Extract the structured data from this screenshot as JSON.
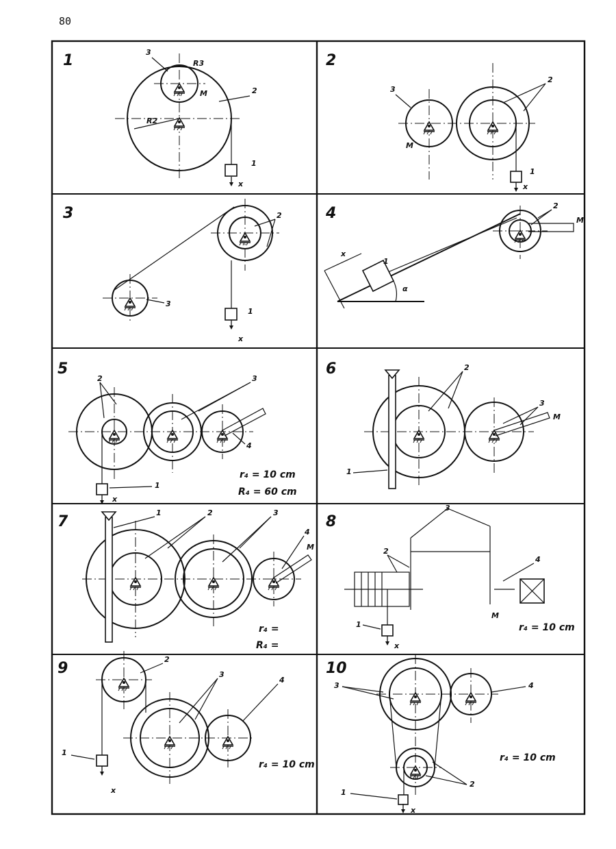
{
  "page_number": "80",
  "panels": [
    {
      "number": "1",
      "labels": [
        "3",
        "R3",
        "M",
        "2",
        "R2",
        "1",
        "x"
      ]
    },
    {
      "number": "2",
      "labels": [
        "3",
        "2",
        "M",
        "1",
        "x"
      ]
    },
    {
      "number": "3",
      "labels": [
        "2",
        "3",
        "1",
        "x"
      ]
    },
    {
      "number": "4",
      "labels": [
        "x",
        "1",
        "2",
        "M",
        "α"
      ]
    },
    {
      "number": "5",
      "labels": [
        "2",
        "3",
        "4",
        "1",
        "x"
      ],
      "notes": [
        "r₄ = 10 cm",
        "R₄ = 60 cm"
      ]
    },
    {
      "number": "6",
      "labels": [
        "2",
        "3",
        "M",
        "1"
      ]
    },
    {
      "number": "7",
      "labels": [
        "1",
        "2",
        "3",
        "4",
        "M"
      ],
      "notes": [
        "r₄ =",
        "R₄ ="
      ]
    },
    {
      "number": "8",
      "labels": [
        "3",
        "2",
        "4",
        "M",
        "1",
        "x"
      ],
      "notes": [
        "r₄ = 10 cm"
      ]
    },
    {
      "number": "9",
      "labels": [
        "2",
        "3",
        "4",
        "1",
        "x"
      ],
      "notes": [
        "r₄ = 10 cm"
      ]
    },
    {
      "number": "10",
      "labels": [
        "3",
        "4",
        "2",
        "1",
        "x"
      ],
      "notes": [
        "r₄ = 10 cm"
      ]
    }
  ]
}
